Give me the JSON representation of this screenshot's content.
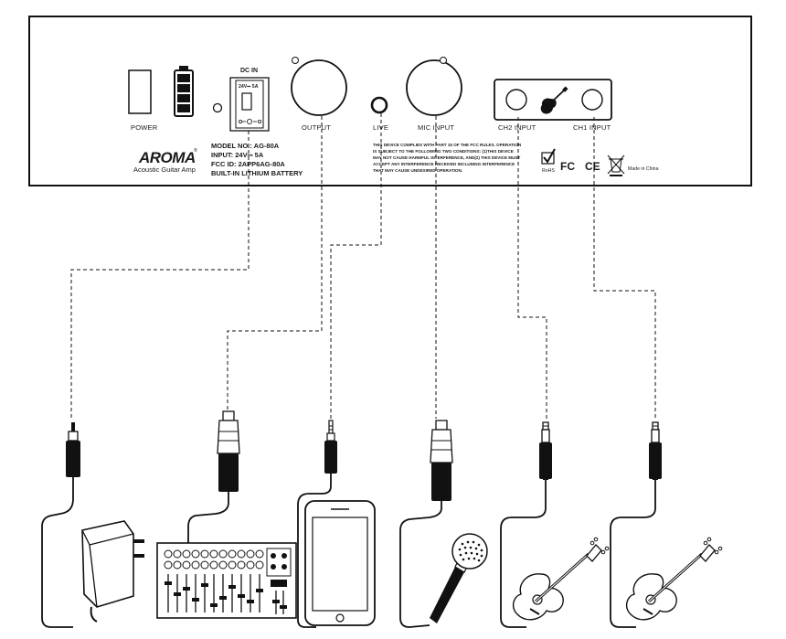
{
  "panel": {
    "power_label": "POWER",
    "dcin_label": "DC IN",
    "dcin_rating": "24V⎓ 5A",
    "output_label": "OUTPUT",
    "live_label": "LIVE",
    "mic_label": "MIC INPUT",
    "ch2_label": "CH2 INPUT",
    "ch1_label": "CH1 INPUT",
    "brand": "AROMA",
    "brand_mark": "®",
    "brand_sub": "Acoustic Guitar Amp",
    "specs": [
      "MODEL NO.:  AG-80A",
      "INPUT:   24V⎓ 5A",
      "FCC ID:  2APP6AG-80A",
      "BUILT-IN LITHIUM BATTERY"
    ],
    "fcc_text": [
      "THIS DEVICE COMPLIES WITH PART 15 OF THE FCC RULES. OPERATION",
      "IS SUBJECT TO THE FOLLOWING TWO CONDITIONS: (1)THIS DEVICE",
      "MAY NOT CAUSE HARMFUL INTERFERENCE, AND(2) THIS DEVICE MUST",
      "ACCEPT ANY INTERFERENCE RECEIVED INCLUDING INTERFERENCE",
      "THAT MAY CAUSE UNDESIRED OPERATION."
    ],
    "rohs_label": "RoHS",
    "fc_mark": "FC",
    "ce_mark": "CE",
    "made_in": "Made in China"
  }
}
